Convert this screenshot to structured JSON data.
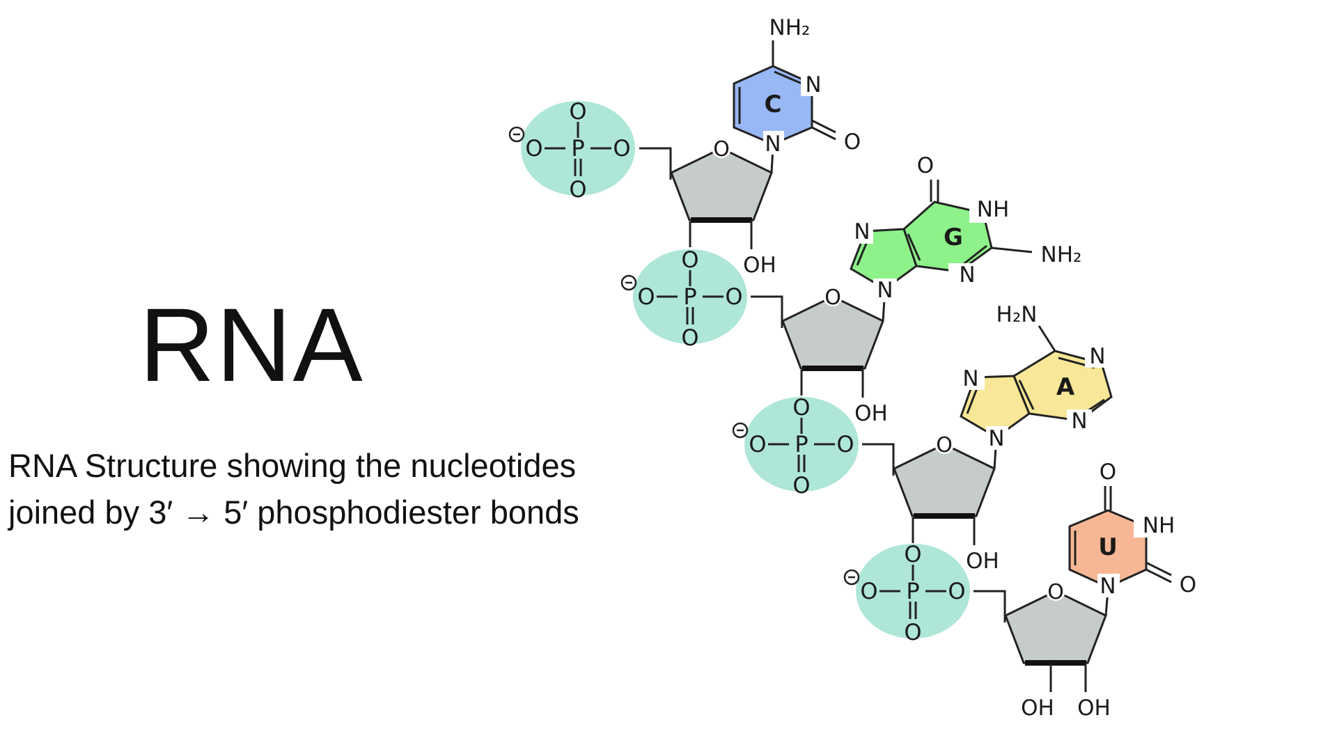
{
  "title": "RNA",
  "caption": {
    "line1": "RNA Structure showing the nucleotides",
    "line2": "joined by 3′ → 5′ phosphodiester bonds"
  },
  "atoms": {
    "oxygen": "O",
    "phosphorus": "P",
    "nitrogen": "N",
    "hydroxyl": "OH",
    "imine": "NH",
    "amine": "NH₂",
    "amine_left": "H₂N",
    "negative_charge": "−"
  },
  "bases": [
    {
      "letter": "C",
      "color": "#98b7f5"
    },
    {
      "letter": "G",
      "color": "#8df28a"
    },
    {
      "letter": "A",
      "color": "#f7e796"
    },
    {
      "letter": "U",
      "color": "#f7b794"
    }
  ],
  "colors": {
    "phosphate": "#aee6d8",
    "ribose": "#c6ccc9"
  }
}
